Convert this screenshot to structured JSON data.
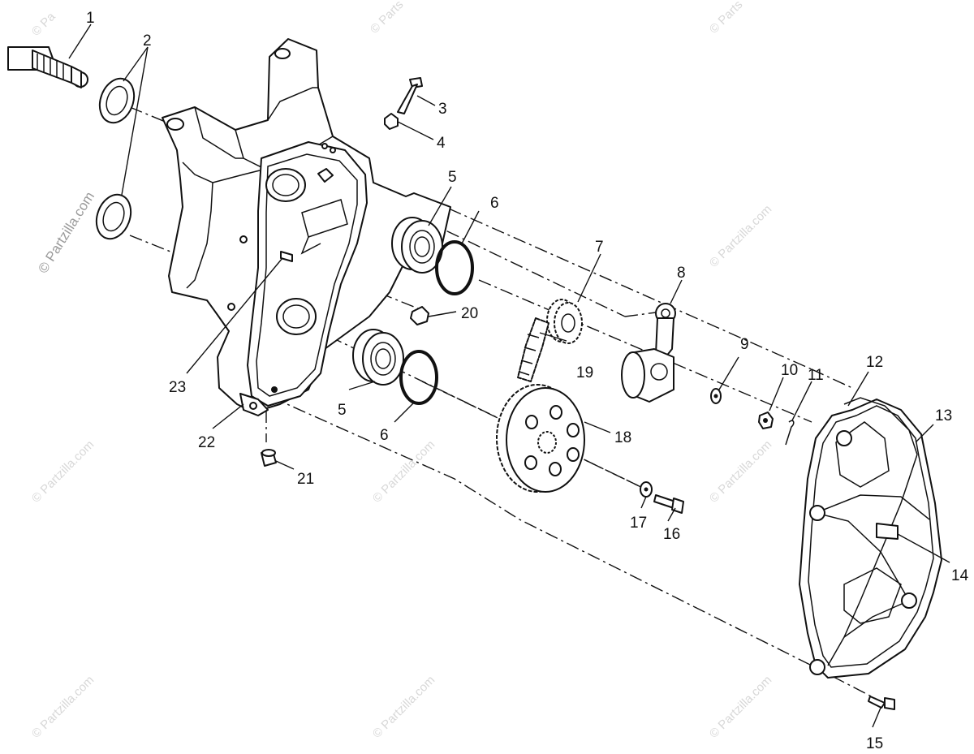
{
  "watermark": {
    "text": "© Partzilla.com",
    "fragment_a": "© Pa",
    "fragment_b": "© Parts"
  },
  "callouts": {
    "c1": "1",
    "c2": "2",
    "c3": "3",
    "c4": "4",
    "c5a": "5",
    "c5b": "5",
    "c6a": "6",
    "c6b": "6",
    "c7": "7",
    "c8": "8",
    "c9": "9",
    "c10": "10",
    "c11": "11",
    "c12": "12",
    "c13": "13",
    "c14": "14",
    "c15": "15",
    "c16": "16",
    "c17": "17",
    "c18": "18",
    "c19": "19",
    "c20": "20",
    "c21": "21",
    "c22": "22",
    "c23": "23"
  }
}
